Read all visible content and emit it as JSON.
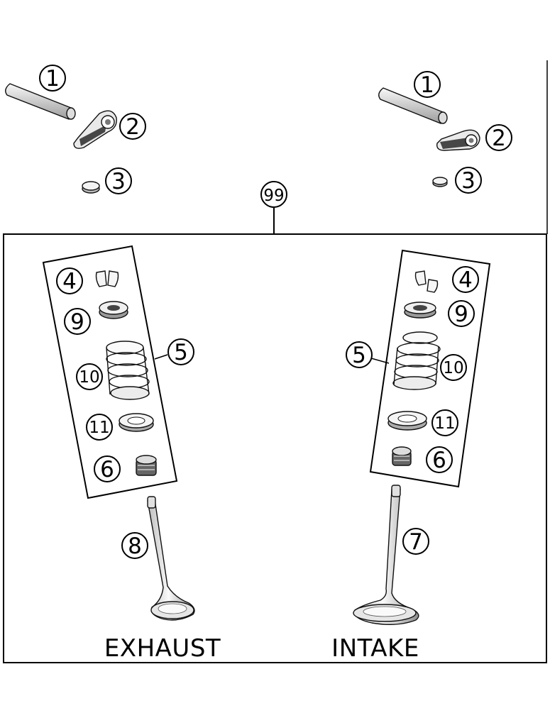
{
  "callouts": {
    "exhaust_pin": "1",
    "exhaust_rocker": "2",
    "exhaust_cap": "3",
    "intake_pin": "1",
    "intake_rocker": "2",
    "intake_cap": "3",
    "kit": "99",
    "exhaust_collet": "4",
    "exhaust_retainer": "9",
    "exhaust_group": "5",
    "exhaust_spring": "10",
    "exhaust_seat": "11",
    "exhaust_seal": "6",
    "exhaust_valve": "8",
    "intake_collet": "4",
    "intake_retainer": "9",
    "intake_group": "5",
    "intake_spring": "10",
    "intake_seat": "11",
    "intake_seal": "6",
    "intake_valve": "7"
  },
  "labels": {
    "exhaust": "EXHAUST",
    "intake": "INTAKE"
  },
  "colors": {
    "line": "#000000",
    "part_fill": "#f2f2f2",
    "part_shade": "#9a9a9a",
    "part_dark": "#333333"
  }
}
